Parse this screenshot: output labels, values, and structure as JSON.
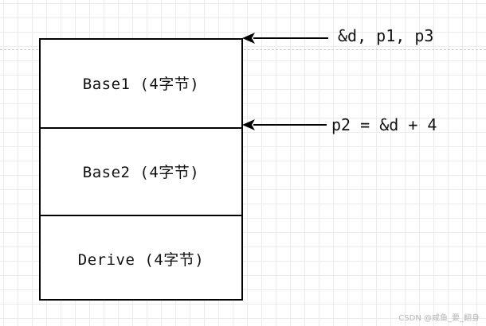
{
  "memory_layout": {
    "blocks": [
      {
        "name": "Base1",
        "size": "(4字节)"
      },
      {
        "name": "Base2",
        "size": "(4字节)"
      },
      {
        "name": "Derive",
        "size": "(4字节)"
      }
    ]
  },
  "pointers": {
    "top_label": "&d, p1, p3",
    "middle_label": "p2 = &d + 4"
  },
  "watermark": "CSDN @咸鱼_要_翻身"
}
